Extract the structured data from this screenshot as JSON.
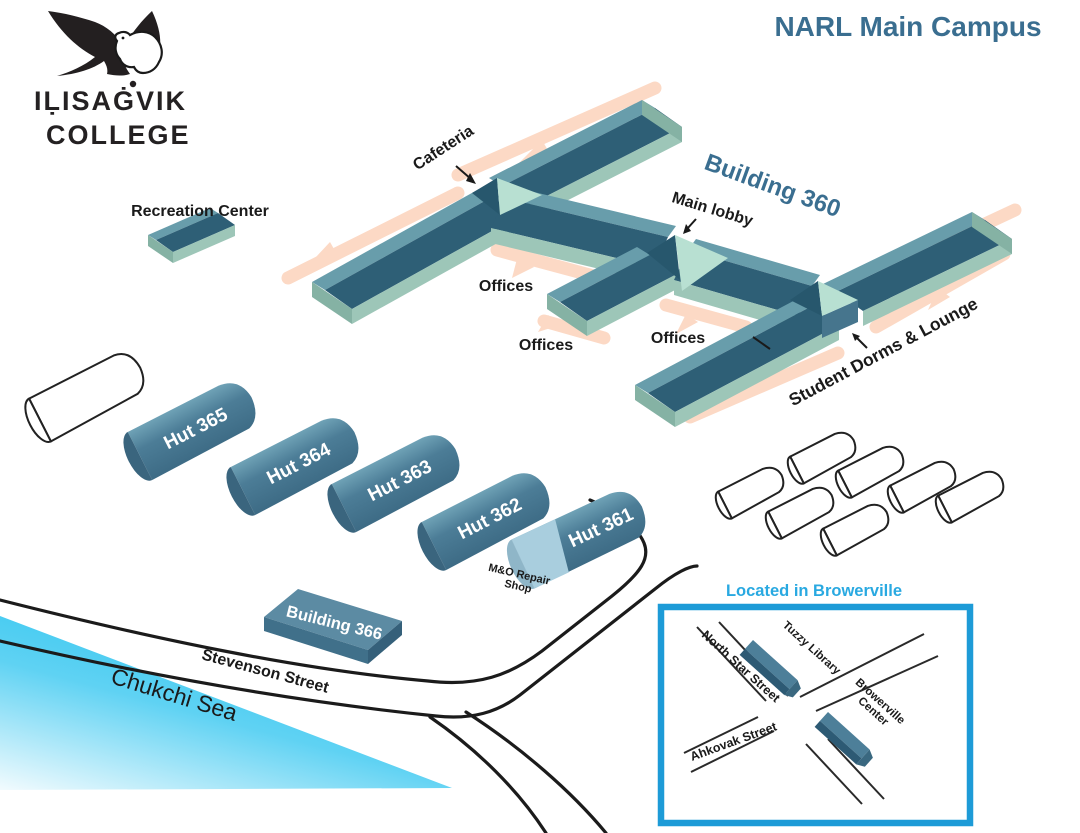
{
  "logo": {
    "line1": "IḶISAĠVIK",
    "line2": "COLLEGE"
  },
  "title": "NARL Main Campus",
  "campus": {
    "building360": "Building 360",
    "cafeteria": "Cafeteria",
    "main_lobby": "Main lobby",
    "offices_left": "Offices",
    "offices_center": "Offices",
    "offices_right": "Offices",
    "student_dorms": "Student Dorms & Lounge",
    "recreation_center": "Recreation Center"
  },
  "huts": [
    {
      "label": "Hut 365"
    },
    {
      "label": "Hut 364"
    },
    {
      "label": "Hut 363"
    },
    {
      "label": "Hut 362"
    },
    {
      "label": "Hut 361"
    }
  ],
  "buildings": {
    "building366": "Building 366",
    "mo_repair_line1": "M&O Repair",
    "mo_repair_line2": "Shop"
  },
  "streets": {
    "stevenson": "Stevenson Street"
  },
  "sea": {
    "label": "Chukchi Sea"
  },
  "inset": {
    "title": "Located in Browerville",
    "tuzzy_library": "Tuzzy Library",
    "browerville_line1": "Browerville",
    "browerville_line2": "Center",
    "north_star": "North Star Street",
    "ahkovak": "Ahkovak Street"
  },
  "colors": {
    "title_blue": "#3a6e90",
    "inset_blue": "#29a9e1",
    "inset_border": "#1d9bd7",
    "roof_dark": "#2e5f76",
    "roof_light": "#689dab",
    "wall_sage": "#9dc6b8",
    "mint": "#b8e0d2",
    "hut_blue": "#4c7d97",
    "path_peach": "#fcd9c5",
    "sea_cyan": "#24c2ef"
  }
}
